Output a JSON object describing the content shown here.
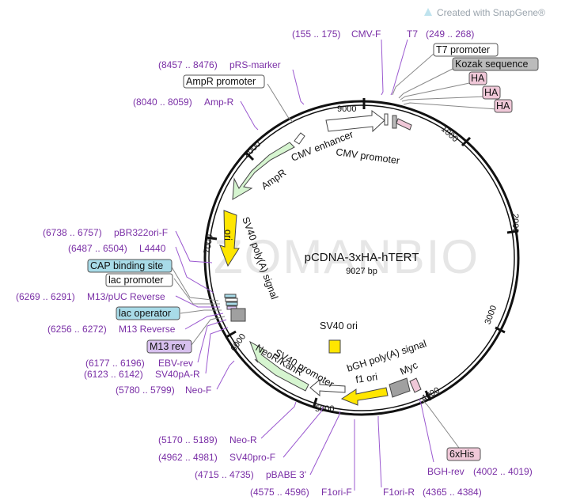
{
  "header": {
    "credit": "Created with SnapGene®"
  },
  "plasmid": {
    "name": "pCDNA-3xHA-hTERT",
    "size_label": "9027 bp"
  },
  "watermark": "ZOMANBIO",
  "ticks": [
    "9000",
    "1000",
    "2000",
    "3000",
    "4000",
    "5000",
    "6000",
    "7000",
    "8000"
  ],
  "primers": {
    "cmv_f": {
      "range": "(155 .. 175)",
      "name": "CMV-F"
    },
    "t7": {
      "range": "(249 .. 268)",
      "name": "T7"
    },
    "prs_marker": {
      "range": "(8457 .. 8476)",
      "name": "pRS-marker"
    },
    "amp_r": {
      "range": "(8040 .. 8059)",
      "name": "Amp-R"
    },
    "pbr322ori_f": {
      "range": "(6738 .. 6757)",
      "name": "pBR322ori-F"
    },
    "l4440": {
      "range": "(6487 .. 6504)",
      "name": "L4440"
    },
    "m13puc_rev": {
      "range": "(6269 .. 6291)",
      "name": "M13/pUC Reverse"
    },
    "m13_reverse": {
      "range": "(6256 .. 6272)",
      "name": "M13 Reverse"
    },
    "ebv_rev": {
      "range": "(6177 .. 6196)",
      "name": "EBV-rev"
    },
    "sv40pa_r": {
      "range": "(6123 .. 6142)",
      "name": "SV40pA-R"
    },
    "neo_f": {
      "range": "(5780 .. 5799)",
      "name": "Neo-F"
    },
    "neo_r": {
      "range": "(5170 .. 5189)",
      "name": "Neo-R"
    },
    "sv40pro_f": {
      "range": "(4962 .. 4981)",
      "name": "SV40pro-F"
    },
    "pbabe3": {
      "range": "(4715 .. 4735)",
      "name": "pBABE 3'"
    },
    "f1ori_f": {
      "range": "(4575 .. 4596)",
      "name": "F1ori-F"
    },
    "f1ori_r": {
      "range": "(4365 .. 4384)",
      "name": "F1ori-R"
    },
    "bgh_rev": {
      "range": "(4002 .. 4019)",
      "name": "BGH-rev"
    }
  },
  "boxes": {
    "t7_promoter": "T7 promoter",
    "kozak": "Kozak sequence",
    "ha1": "HA",
    "ha2": "HA",
    "ha3": "HA",
    "ampr_promoter": "AmpR promoter",
    "cap_site": "CAP binding site",
    "lac_promoter": "lac promoter",
    "lac_operator": "lac operator",
    "m13_rev": "M13 rev",
    "sixhis": "6xHis"
  },
  "features": {
    "cmv_enhancer": "CMV enhancer",
    "cmv_promoter": "CMV promoter",
    "ampr": "AmpR",
    "ori": "ori",
    "sv40_polya": "SV40 poly(A) signal",
    "sv40_ori": "SV40 ori",
    "sv40_promoter": "SV40 promoter",
    "neor": "NeoR/KanR",
    "bgh_polya": "bGH poly(A) signal",
    "f1_ori": "f1 ori",
    "myc": "Myc"
  },
  "colors": {
    "backbone": "#111111",
    "primer_text": "#7a2fa6",
    "resistance_fill": "#d6f5d0",
    "origin_fill": "#ffe600",
    "promoter_fill": "#ffffff",
    "cap_fill": "#a8dbe8",
    "lac_operator_fill": "#a8dbe8",
    "kozak_fill": "#bbbbbb",
    "ha_fill": "#f0c8d8",
    "m13rev_fill": "#d7c0ee",
    "polya_fill": "#a0a0a0"
  }
}
